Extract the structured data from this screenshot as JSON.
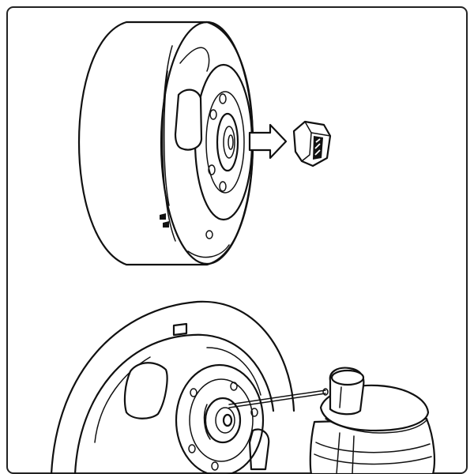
{
  "figure": {
    "panels": [
      {
        "id": "remove-nut",
        "depicts": [
          "wheel",
          "hub",
          "lug-nut",
          "arrow"
        ]
      },
      {
        "id": "spray-lubricant",
        "depicts": [
          "wheel",
          "hub",
          "axle",
          "spray-can",
          "spray-straw"
        ]
      }
    ],
    "colors": {
      "ink": "#111111",
      "paper": "#ffffff",
      "frame": "#222222"
    }
  }
}
